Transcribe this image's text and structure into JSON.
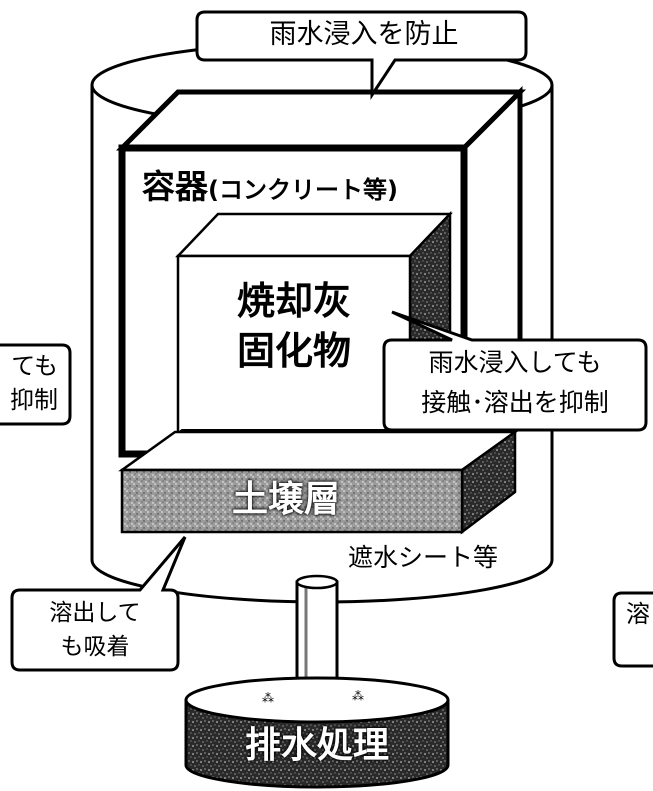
{
  "labels": {
    "top_callout": "雨水浸入を防止",
    "container": "容器",
    "container_note": "(コンクリート等)",
    "ash_line1": "焼却灰",
    "ash_line2": "固化物",
    "contact_line1": "雨水浸入しても",
    "contact_line2": "接触･溶出を抑制",
    "left_partial_line1": "ても",
    "left_partial_line2": "抑制",
    "soil_layer": "土壌層",
    "sheet": "遮水シート等",
    "adsorb_line1": "溶出して",
    "adsorb_line2": "も吸着",
    "drain": "排水処理",
    "right_partial": "溶"
  },
  "icons": {
    "speckle": "noise-texture"
  }
}
